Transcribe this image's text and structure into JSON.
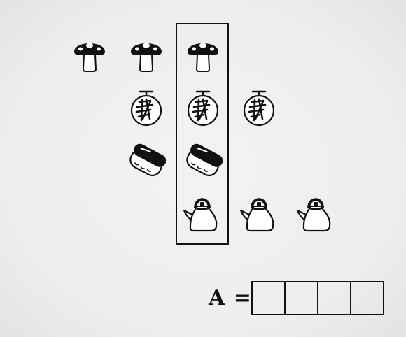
{
  "puzzle": {
    "grid": [
      {
        "row": "mushroom",
        "cells": [
          "mushroom-icon",
          "mushroom-icon",
          "mushroom-icon",
          ""
        ]
      },
      {
        "row": "melon",
        "cells": [
          "",
          "melon-icon",
          "melon-icon",
          "melon-icon"
        ]
      },
      {
        "row": "sushi",
        "cells": [
          "",
          "sushi-icon",
          "sushi-icon",
          ""
        ]
      },
      {
        "row": "kettle",
        "cells": [
          "",
          "",
          "kettle-icon",
          "kettle-icon",
          "kettle-icon"
        ]
      }
    ],
    "highlighted_column": 3
  },
  "answer": {
    "label": "A =",
    "cells": [
      "",
      "",
      "",
      ""
    ]
  }
}
